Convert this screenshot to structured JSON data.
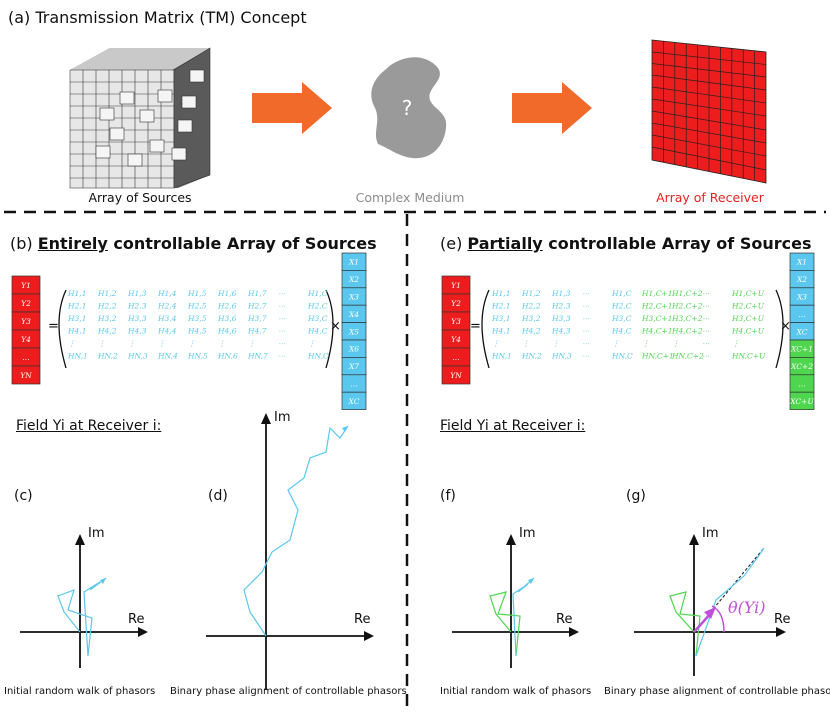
{
  "panel_a": {
    "title": "(a) Transmission Matrix (TM) Concept",
    "sources_caption": "Array of Sources",
    "medium_caption": "Complex Medium",
    "medium_symbol": "?",
    "receiver_caption": "Array of Receiver",
    "colors": {
      "arrow": "#f26a2a",
      "receiver": "#ee1d1d",
      "medium": "#9a9a9a",
      "medium_caption": "#8c8c8c",
      "receiver_caption": "#e8231f"
    }
  },
  "panel_b": {
    "label_prefix": "(b) ",
    "label_emph": "Entirely",
    "label_rest": " controllable Array of Sources",
    "y_vector": [
      "Y1",
      "Y2",
      "Y3",
      "Y4",
      "...",
      "YN"
    ],
    "x_vector": [
      "X1",
      "X2",
      "X3",
      "X4",
      "X5",
      "X6",
      "X7",
      "...",
      "XC"
    ],
    "equals": "=",
    "times": "×"
  },
  "panel_e": {
    "label_prefix": "(e) ",
    "label_emph": "Partially",
    "label_rest": " controllable Array of Sources",
    "y_vector": [
      "Y1",
      "Y2",
      "Y3",
      "Y4",
      "...",
      "YN"
    ],
    "x_vector": [
      "X1",
      "X2",
      "X3",
      "...",
      "XC",
      "XC+1",
      "XC+2",
      "...",
      "XC+U"
    ],
    "equals": "=",
    "times": "×"
  },
  "field_label_left": "Field Yi at Receiver i:",
  "field_label_right": "Field Yi at Receiver i:",
  "panel_c": {
    "label": "(c)",
    "caption": "Initial random walk of phasors",
    "im": "Im",
    "re": "Re"
  },
  "panel_d": {
    "label": "(d)",
    "caption": "Binary phase alignment of controllable phasors",
    "im": "Im",
    "re": "Re"
  },
  "panel_f": {
    "label": "(f)",
    "caption": "Initial random walk of phasors",
    "im": "Im",
    "re": "Re"
  },
  "panel_g": {
    "label": "(g)",
    "caption": "Binary phase alignment of controllable phasors",
    "im": "Im",
    "re": "Re",
    "angle_label": "θ(Yi)"
  },
  "colors": {
    "blue": "#5ac8ee",
    "green": "#4fd64f",
    "red": "#ee1d1d",
    "purple": "#c050d8"
  }
}
